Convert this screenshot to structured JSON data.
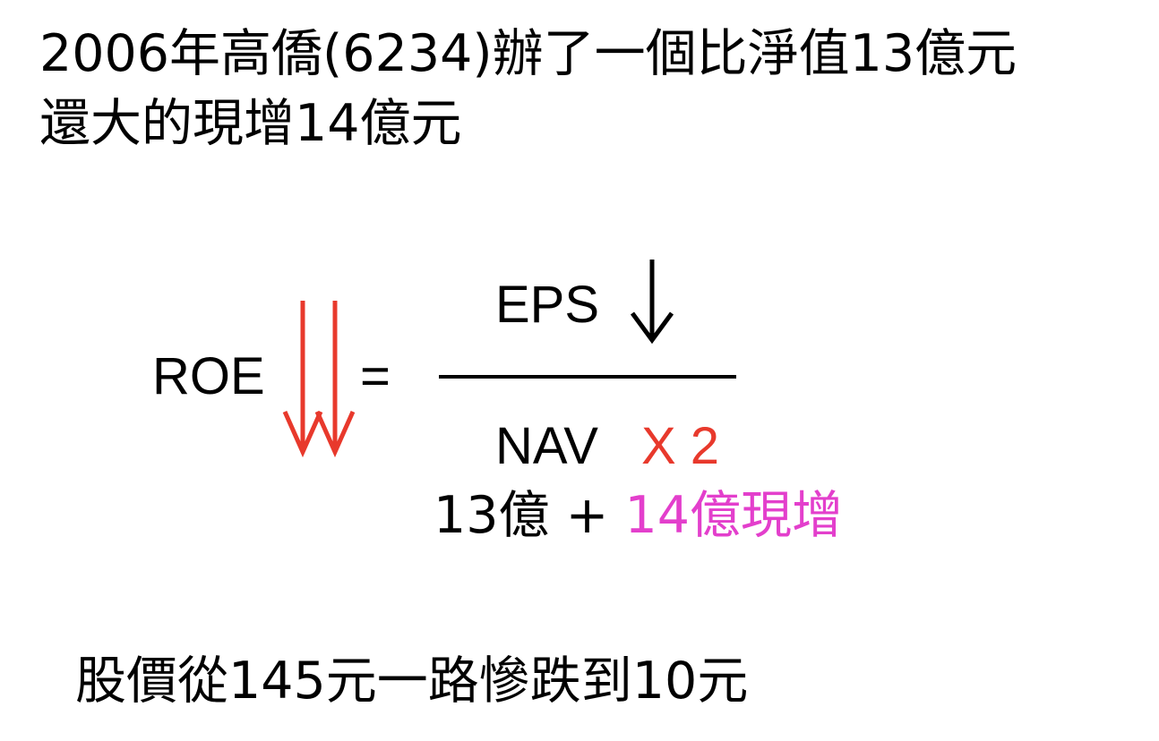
{
  "heading": {
    "line1": "2006年高僑(6234)辦了一個比淨值13億元",
    "line2": "還大的現增14億元"
  },
  "formula": {
    "lhs": "ROE",
    "equals": "=",
    "numerator": "EPS",
    "denominator": "NAV",
    "multiplier": "X 2",
    "denominator_detail": {
      "base": "13億 + ",
      "increase": "14億現增"
    }
  },
  "footer": {
    "text": "股價從145元一路慘跌到10元"
  },
  "colors": {
    "text": "#000000",
    "red_accent": "#e8392c",
    "magenta_accent": "#e33fcc"
  },
  "icons": {
    "roe_arrows": "double-down-arrow-icon",
    "eps_arrow": "down-arrow-icon"
  }
}
